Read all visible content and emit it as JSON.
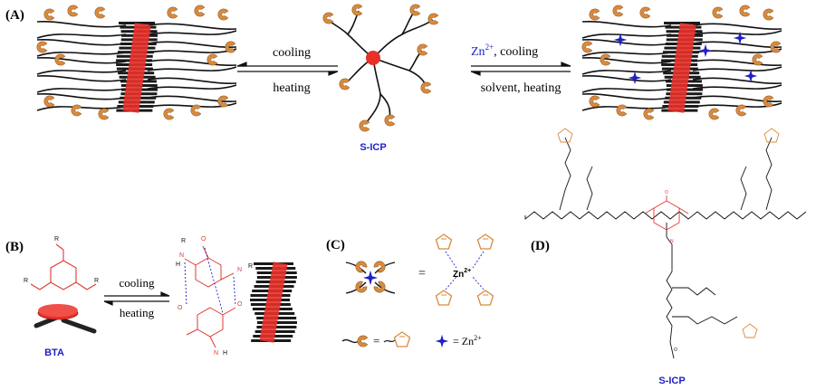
{
  "panels": {
    "a": "(A)",
    "b": "(B)",
    "c": "(C)",
    "d": "(D)"
  },
  "panel_a": {
    "left_arrow_top": "cooling",
    "left_arrow_bottom": "heating",
    "right_arrow_top_ion": "Zn",
    "right_arrow_top_charge": "2+",
    "right_arrow_top_rest": ", cooling",
    "right_arrow_bottom": "solvent, heating",
    "center_label": "S-ICP"
  },
  "panel_b": {
    "arrow_top": "cooling",
    "arrow_bottom": "heating",
    "bta_label": "BTA",
    "r": "R",
    "o": "O",
    "n": "N",
    "h": "H"
  },
  "panel_c": {
    "equals": "=",
    "zn": "Zn",
    "charge": "2+",
    "legend_equals": "=",
    "legend_zn": "= Zn",
    "legend_charge": "2+"
  },
  "panel_d": {
    "label": "S-ICP"
  },
  "colors": {
    "red": "#e8302a",
    "orange": "#d98a3d",
    "blue": "#1f1fc4",
    "black": "#111111",
    "bta_red": "#e03a32"
  }
}
